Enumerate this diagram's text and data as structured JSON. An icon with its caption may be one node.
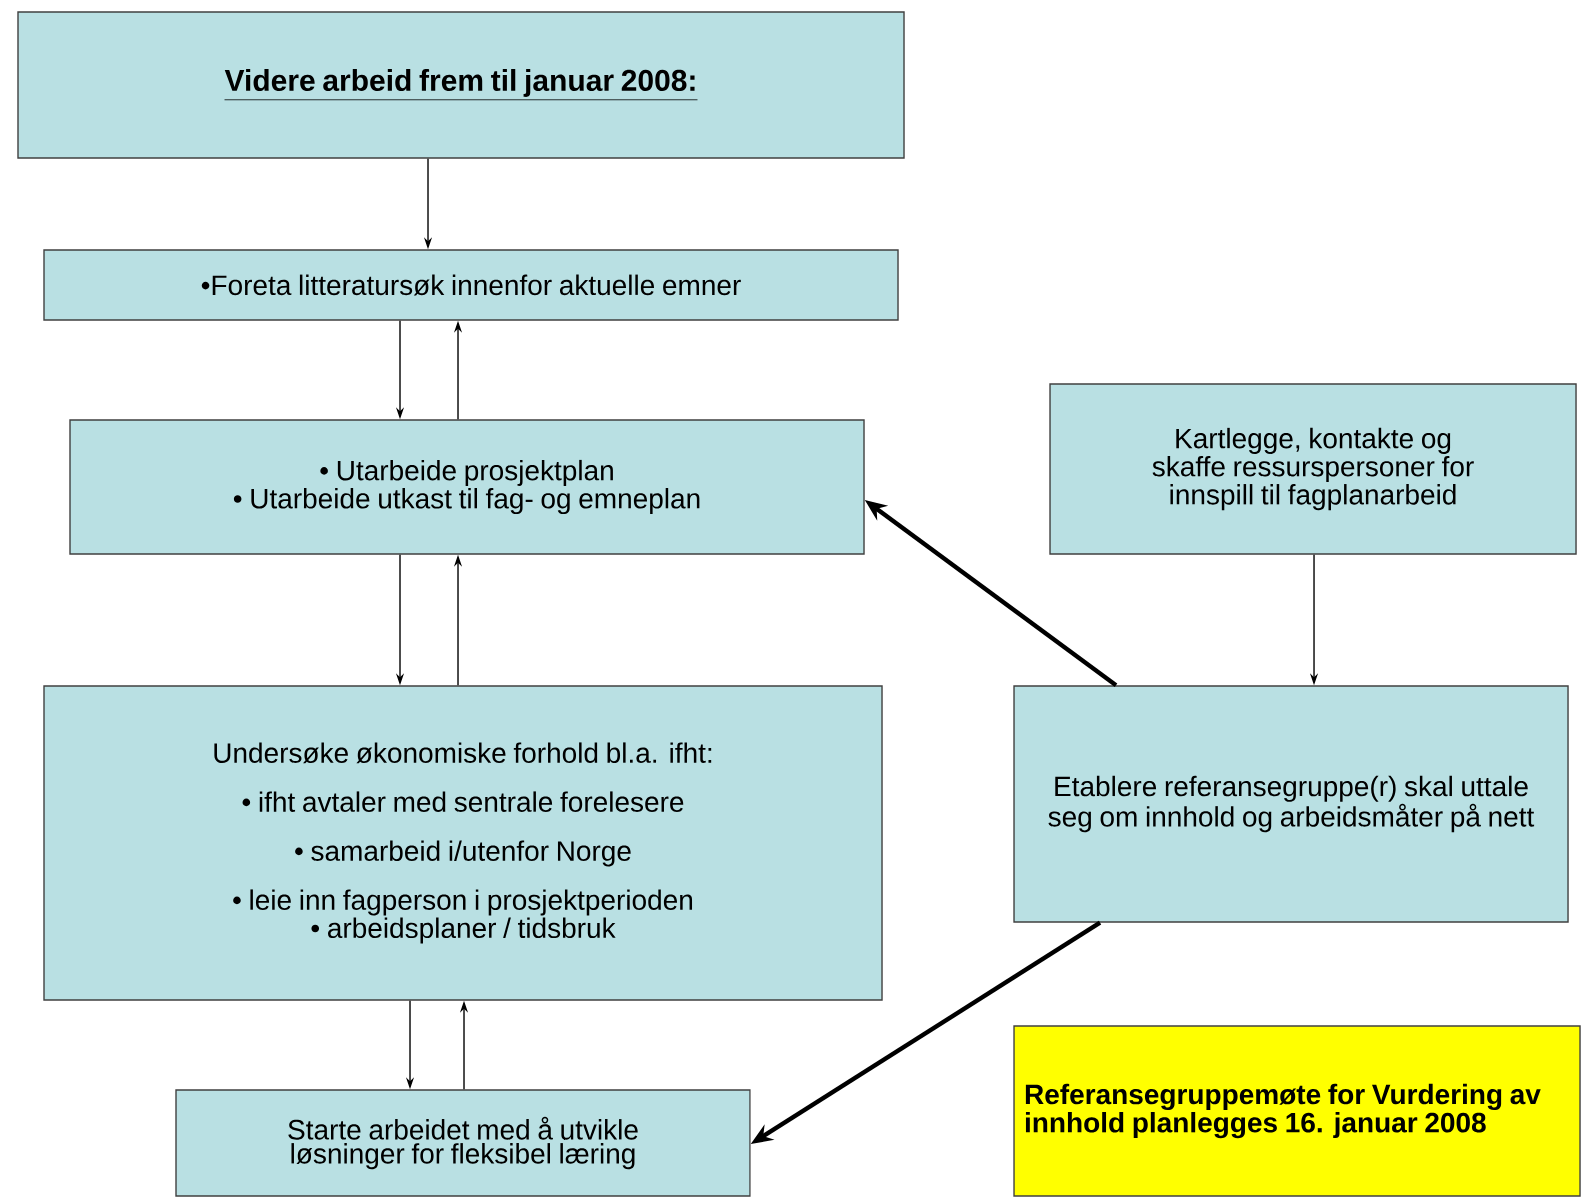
{
  "diagram": {
    "nodes": [
      {
        "text": [
          "Videre arbeid frem til januar 2008:"
        ]
      },
      {
        "text": [
          "•Foreta litteratursøk innenfor aktuelle emner"
        ]
      },
      {
        "text": [
          "• Utarbeide prosjektplan",
          "• Utarbeide utkast til fag- og emneplan"
        ]
      },
      {
        "text": [
          "Undersøke økonomiske forhold bl.a. ifht:",
          "• ifht avtaler med sentrale forelesere",
          "• samarbeid i/utenfor Norge",
          "• leie inn fagperson i prosjektperioden",
          "• arbeidsplaner / tidsbruk"
        ]
      },
      {
        "text": [
          "Starte arbeidet med å utvikle løsninger for fleksibel læring"
        ]
      },
      {
        "text": [
          "Kartlegge, kontakte og skaffe ressurspersoner for innspill til fagplanarbeid"
        ]
      },
      {
        "text": [
          "Etablere referansegruppe(r) skal uttale seg om innhold og arbeidsmåter på nett"
        ]
      },
      {
        "text": [
          "Referansegruppemøte for Vurdering av innhold planlegges 16. januar 2008"
        ]
      }
    ],
    "edges": [
      {
        "from": 0,
        "to": 1,
        "arrow": "to"
      },
      {
        "from": 1,
        "to": 2,
        "arrow": "to"
      },
      {
        "from": 2,
        "to": 1,
        "arrow": "to"
      },
      {
        "from": 2,
        "to": 3,
        "arrow": "to"
      },
      {
        "from": 3,
        "to": 2,
        "arrow": "to"
      },
      {
        "from": 3,
        "to": 4,
        "arrow": "to"
      },
      {
        "from": 4,
        "to": 3,
        "arrow": "to"
      },
      {
        "from": 5,
        "to": 6,
        "arrow": "to"
      },
      {
        "from": 6,
        "to": 2,
        "arrow": "to",
        "style": "thick"
      },
      {
        "from": 6,
        "to": 4,
        "arrow": "to",
        "style": "thick"
      }
    ]
  }
}
